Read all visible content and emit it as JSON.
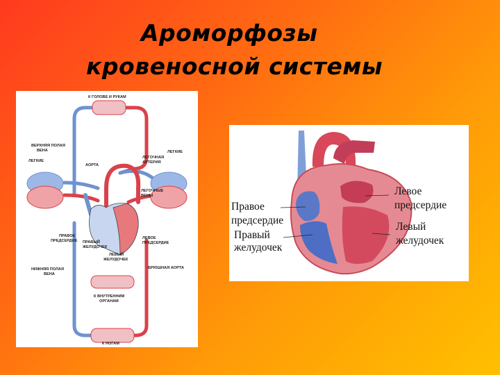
{
  "title": {
    "line1": "Ароморфозы",
    "line2": "кровеносной системы"
  },
  "circulation_diagram": {
    "labels": {
      "to_head": "К ГОЛОВЕ И РУКАМ",
      "superior_vena_cava_1": "ВЕРХНЯЯ ПОЛАЯ",
      "superior_vena_cava_2": "ВЕНА",
      "lungs_left": "ЛЕГКИЕ",
      "lungs_right": "ЛЕГКИЕ",
      "aorta": "АОРТА",
      "pulmonary_artery_1": "ЛЕГОЧНАЯ",
      "pulmonary_artery_2": "АРТЕРИЯ",
      "pulmonary_veins_1": "ЛЕГОЧНЫЕ",
      "pulmonary_veins_2": "ВЕНЫ",
      "right_atrium_1": "ПРАВОЕ",
      "right_atrium_2": "ПРЕДСЕРДИЕ",
      "right_ventricle_1": "ПРАВЫЙ",
      "right_ventricle_2": "ЖЕЛУДОЧЕК",
      "left_atrium_1": "ЛЕВОЕ",
      "left_atrium_2": "ПРЕДСЕРДИЕ",
      "left_ventricle_1": "ЛЕВЫЙ",
      "left_ventricle_2": "ЖЕЛУДОЧЕК",
      "inferior_vena_cava_1": "НИЖНЯЯ ПОЛАЯ",
      "inferior_vena_cava_2": "ВЕНА",
      "abdominal_aorta": "БРЮШНАЯ АОРТА",
      "to_organs_1": "К ВНУТРЕННИМ",
      "to_organs_2": "ОРГАНАМ",
      "to_legs": "К НОГАМ"
    },
    "colors": {
      "arterial": "#d9424a",
      "venous": "#6e93cf"
    }
  },
  "heart_diagram": {
    "labels": {
      "left_atrium_1": "Левое",
      "left_atrium_2": "предсердие",
      "right_atrium_1": "Правое",
      "right_atrium_2": "предсердие",
      "right_ventricle_1": "Правый",
      "right_ventricle_2": "желудочек",
      "left_ventricle_1": "Левый",
      "left_ventricle_2": "желудочек"
    }
  }
}
